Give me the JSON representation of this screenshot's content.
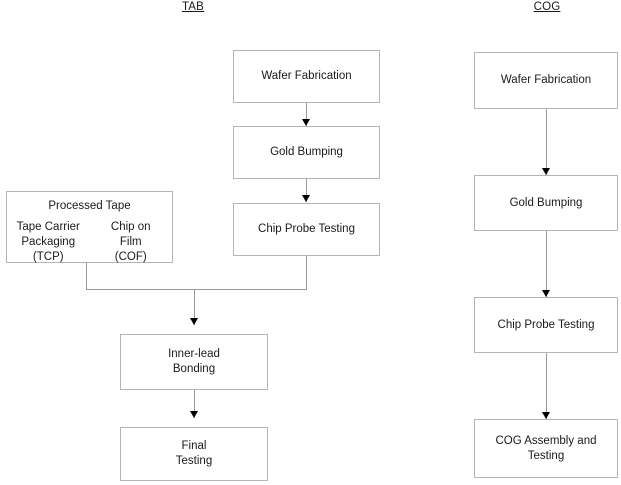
{
  "diagram": {
    "type": "flowchart",
    "title_left": "TAB",
    "title_right": "COG",
    "columns": [
      {
        "id": "tab",
        "heading": "TAB",
        "nodes": [
          {
            "id": "tab-wafer-fabrication",
            "label": "Wafer Fabrication"
          },
          {
            "id": "tab-gold-bumping",
            "label": "Gold Bumping"
          },
          {
            "id": "tab-chip-probe-testing",
            "label": "Chip Probe Testing"
          },
          {
            "id": "tab-inner-lead-bonding",
            "label_line1": "Inner-lead",
            "label_line2": "Bonding"
          },
          {
            "id": "tab-final-testing",
            "label_line1": "Final",
            "label_line2": "Testing"
          }
        ],
        "processed_tape": {
          "heading": "Processed Tape",
          "left": {
            "line1": "Tape Carrier",
            "line2": "Packaging",
            "line3": "(TCP)"
          },
          "right": {
            "line1": "Chip on",
            "line2": "Film",
            "line3": "(COF)"
          }
        }
      },
      {
        "id": "cog",
        "heading": "COG",
        "nodes": [
          {
            "id": "cog-wafer-fabrication",
            "label": "Wafer Fabrication"
          },
          {
            "id": "cog-gold-bumping",
            "label": "Gold Bumping"
          },
          {
            "id": "cog-chip-probe-testing",
            "label": "Chip Probe Testing"
          },
          {
            "id": "cog-assembly-and-testing",
            "label_line1": "COG Assembly and",
            "label_line2": "Testing"
          }
        ]
      }
    ],
    "colors": {
      "background": "#ffffff",
      "box_border": "#b5b5b5",
      "connector": "#9a9a9a",
      "arrowhead": "#000000",
      "text": "#1a1a1a"
    }
  }
}
